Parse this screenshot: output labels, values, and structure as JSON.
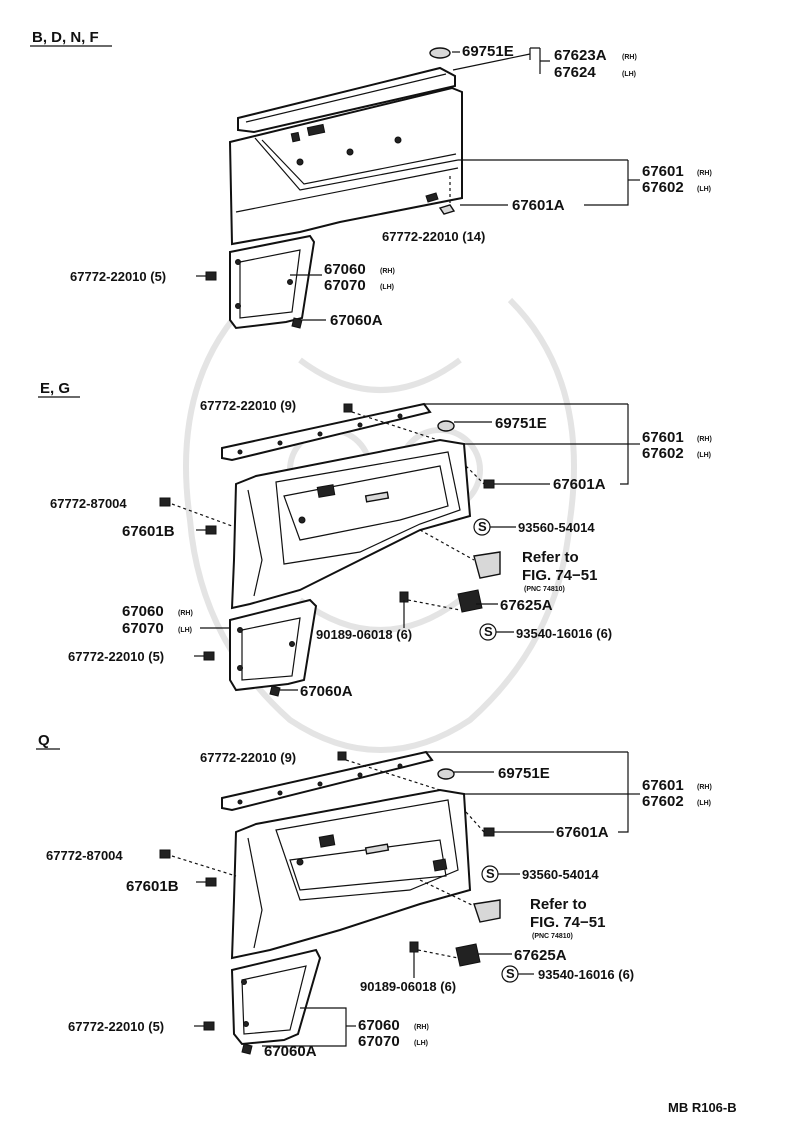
{
  "sections": {
    "bdnf": "B, D, N, F",
    "eg": "E, G",
    "q": "Q"
  },
  "bdnf": {
    "p69751e": "69751E",
    "p67623a": "67623A",
    "rh1": "(RH)",
    "p67624": "67624",
    "lh1": "(LH)",
    "p67601": "67601",
    "rh2": "(RH)",
    "p67602": "67602",
    "lh2": "(LH)",
    "p67601a": "67601A",
    "screw14": "67772-22010 (14)",
    "screw5": "67772-22010 (5)",
    "p67060": "67060",
    "rh3": "(RH)",
    "p67070": "67070",
    "lh3": "(LH)",
    "p67060a": "67060A"
  },
  "eg": {
    "screw9": "67772-22010 (9)",
    "p69751e": "69751E",
    "p67601": "67601",
    "rh1": "(RH)",
    "p67602": "67602",
    "lh1": "(LH)",
    "p67601a": "67601A",
    "p87004": "67772-87004",
    "p67601b": "67601B",
    "s_mark1": "S",
    "p93560": "93560-54014",
    "refer": "Refer to",
    "fig": "FIG. 74−51",
    "pnc": "(PNC 74810)",
    "p67625a": "67625A",
    "p67060": "67060",
    "rh2": "(RH)",
    "p67070": "67070",
    "lh2": "(LH)",
    "p90189": "90189-06018 (6)",
    "s_mark2": "S",
    "p93540": "93540-16016 (6)",
    "screw5": "67772-22010 (5)",
    "p67060a": "67060A"
  },
  "q": {
    "screw9": "67772-22010 (9)",
    "p69751e": "69751E",
    "p67601": "67601",
    "rh1": "(RH)",
    "p67602": "67602",
    "lh1": "(LH)",
    "p67601a": "67601A",
    "p87004": "67772-87004",
    "p67601b": "67601B",
    "s_mark1": "S",
    "p93560": "93560-54014",
    "refer": "Refer to",
    "fig": "FIG. 74−51",
    "pnc": "(PNC 74810)",
    "p67625a": "67625A",
    "p90189": "90189-06018 (6)",
    "s_mark2": "S",
    "p93540": "93540-16016 (6)",
    "screw5": "67772-22010 (5)",
    "p67060": "67060",
    "rh2": "(RH)",
    "p67070": "67070",
    "lh2": "(LH)",
    "p67060a": "67060A"
  },
  "footer": {
    "code": "MB R106-B"
  }
}
